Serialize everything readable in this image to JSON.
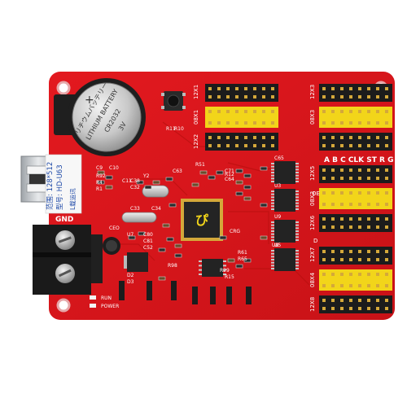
{
  "board": {
    "colors": {
      "pcb": "#d9141a",
      "pcb_dark": "#b30f14",
      "header_black": "#1c1c1c",
      "header_yellow": "#f2d51a",
      "pin_gold": "#d4a83a",
      "chip": "#222222",
      "usb": "#c9ccd0",
      "terminal": "#1a1a1a"
    },
    "battery": {
      "lines": [
        "リチウムバッテリー",
        "LITHIUM BATTERY",
        "CR2032",
        "3V"
      ]
    },
    "logo_text": "ぴ",
    "sticker": {
      "line1": "范围: 128*512",
      "line2": "型号: HD-U63",
      "side": "L载运讯"
    },
    "labels": {
      "gnd": "GND",
      "run": "RUN",
      "power": "POWER",
      "hub_top_left": "12X1",
      "hub_top_right": "12X3",
      "hub_mid_right": "08X3",
      "hub_08x1": "08X1",
      "hub_12x2": "12X2",
      "hub_12x5": "12X5",
      "hub_08x2": "08X2",
      "hub_12x6": "12X6",
      "hub_12x7": "12X7",
      "hub_08x4": "08X4",
      "hub_12x8": "12X8",
      "abc_row": "A B C CLK ST R G",
      "oe_left": "OE",
      "d_label": "D"
    },
    "component_refs": [
      "C9",
      "C10",
      "R92",
      "R4",
      "R1",
      "C11",
      "C38",
      "C32",
      "Y2",
      "C33",
      "C34",
      "C63",
      "R51",
      "R11",
      "R10",
      "C64",
      "C65",
      "U3",
      "U9",
      "U5",
      "U8",
      "U7",
      "C80",
      "C81",
      "C52",
      "CRG",
      "CEO",
      "R98",
      "R61",
      "R65",
      "D2",
      "D3",
      "R29",
      "R15",
      "C71",
      "R12"
    ]
  }
}
